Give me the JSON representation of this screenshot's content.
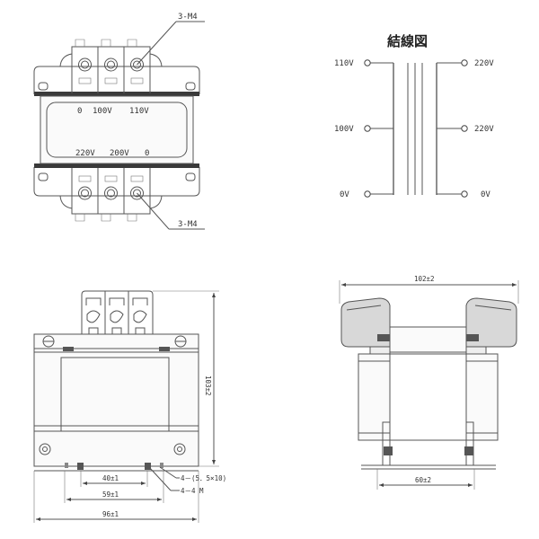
{
  "title": "結線図",
  "top_view": {
    "callout_top": "3-M4",
    "callout_bottom": "3-M4",
    "primary_labels": [
      "0",
      "100V",
      "110V"
    ],
    "secondary_labels": [
      "220V",
      "200V",
      "0"
    ]
  },
  "wiring": {
    "left": [
      "110V",
      "100V",
      "0V"
    ],
    "right": [
      "220V",
      "220V",
      "0V"
    ]
  },
  "front_view": {
    "height_dim": "103±2",
    "dim_40": "40±1",
    "dim_59": "59±1",
    "dim_96": "96±1",
    "hole_note": "4－(5．5×10)",
    "screw_note": "4－4 M"
  },
  "side_view": {
    "width_dim": "102±2",
    "base_dim": "60±2"
  }
}
